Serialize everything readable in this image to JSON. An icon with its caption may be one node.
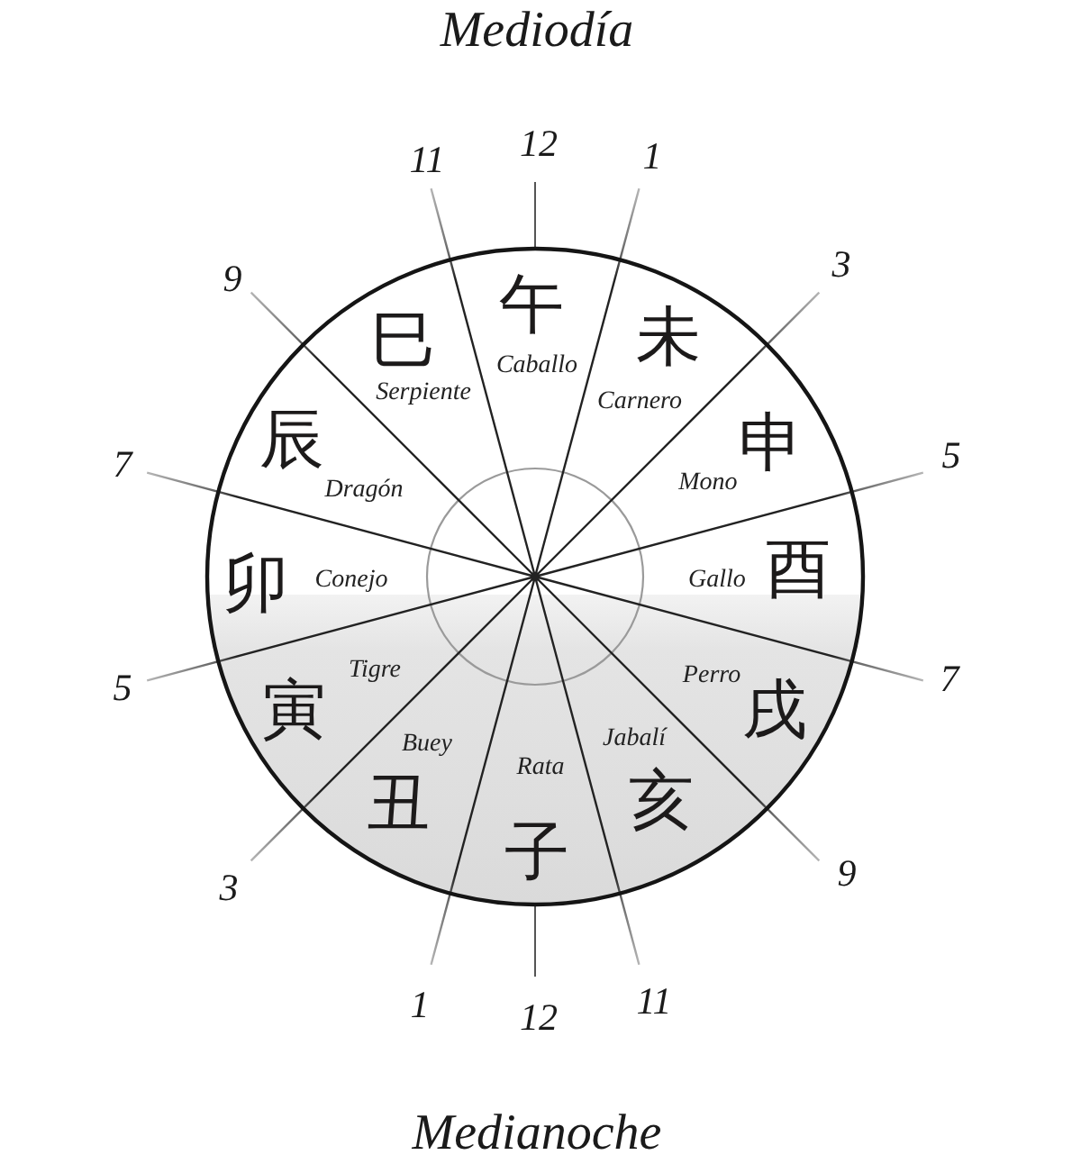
{
  "diagram": {
    "nodes": [
      {
        "text": [
          "午",
          "Caballo"
        ]
      },
      {
        "text": [
          "巳",
          "Serpiente"
        ]
      },
      {
        "text": [
          "未",
          "Carnero"
        ]
      },
      {
        "text": [
          "辰",
          "Dragón"
        ]
      },
      {
        "text": [
          "申",
          "Mono"
        ]
      },
      {
        "text": [
          "卯",
          "Conejo"
        ]
      },
      {
        "text": [
          "Gallo",
          "酉"
        ]
      },
      {
        "text": [
          "寅",
          "Tigre"
        ]
      },
      {
        "text": [
          "戌",
          "Perro"
        ]
      },
      {
        "text": [
          "Buey",
          "丑"
        ]
      },
      {
        "text": [
          "Jabalí",
          "亥"
        ]
      },
      {
        "text": [
          "Rata",
          "子"
        ]
      }
    ],
    "labels": [
      "Mediodía",
      "11",
      "12",
      "1",
      "9",
      "3",
      "7",
      "5",
      "5",
      "7",
      "3",
      "9",
      "1",
      "12",
      "11",
      "Medianoche"
    ]
  }
}
